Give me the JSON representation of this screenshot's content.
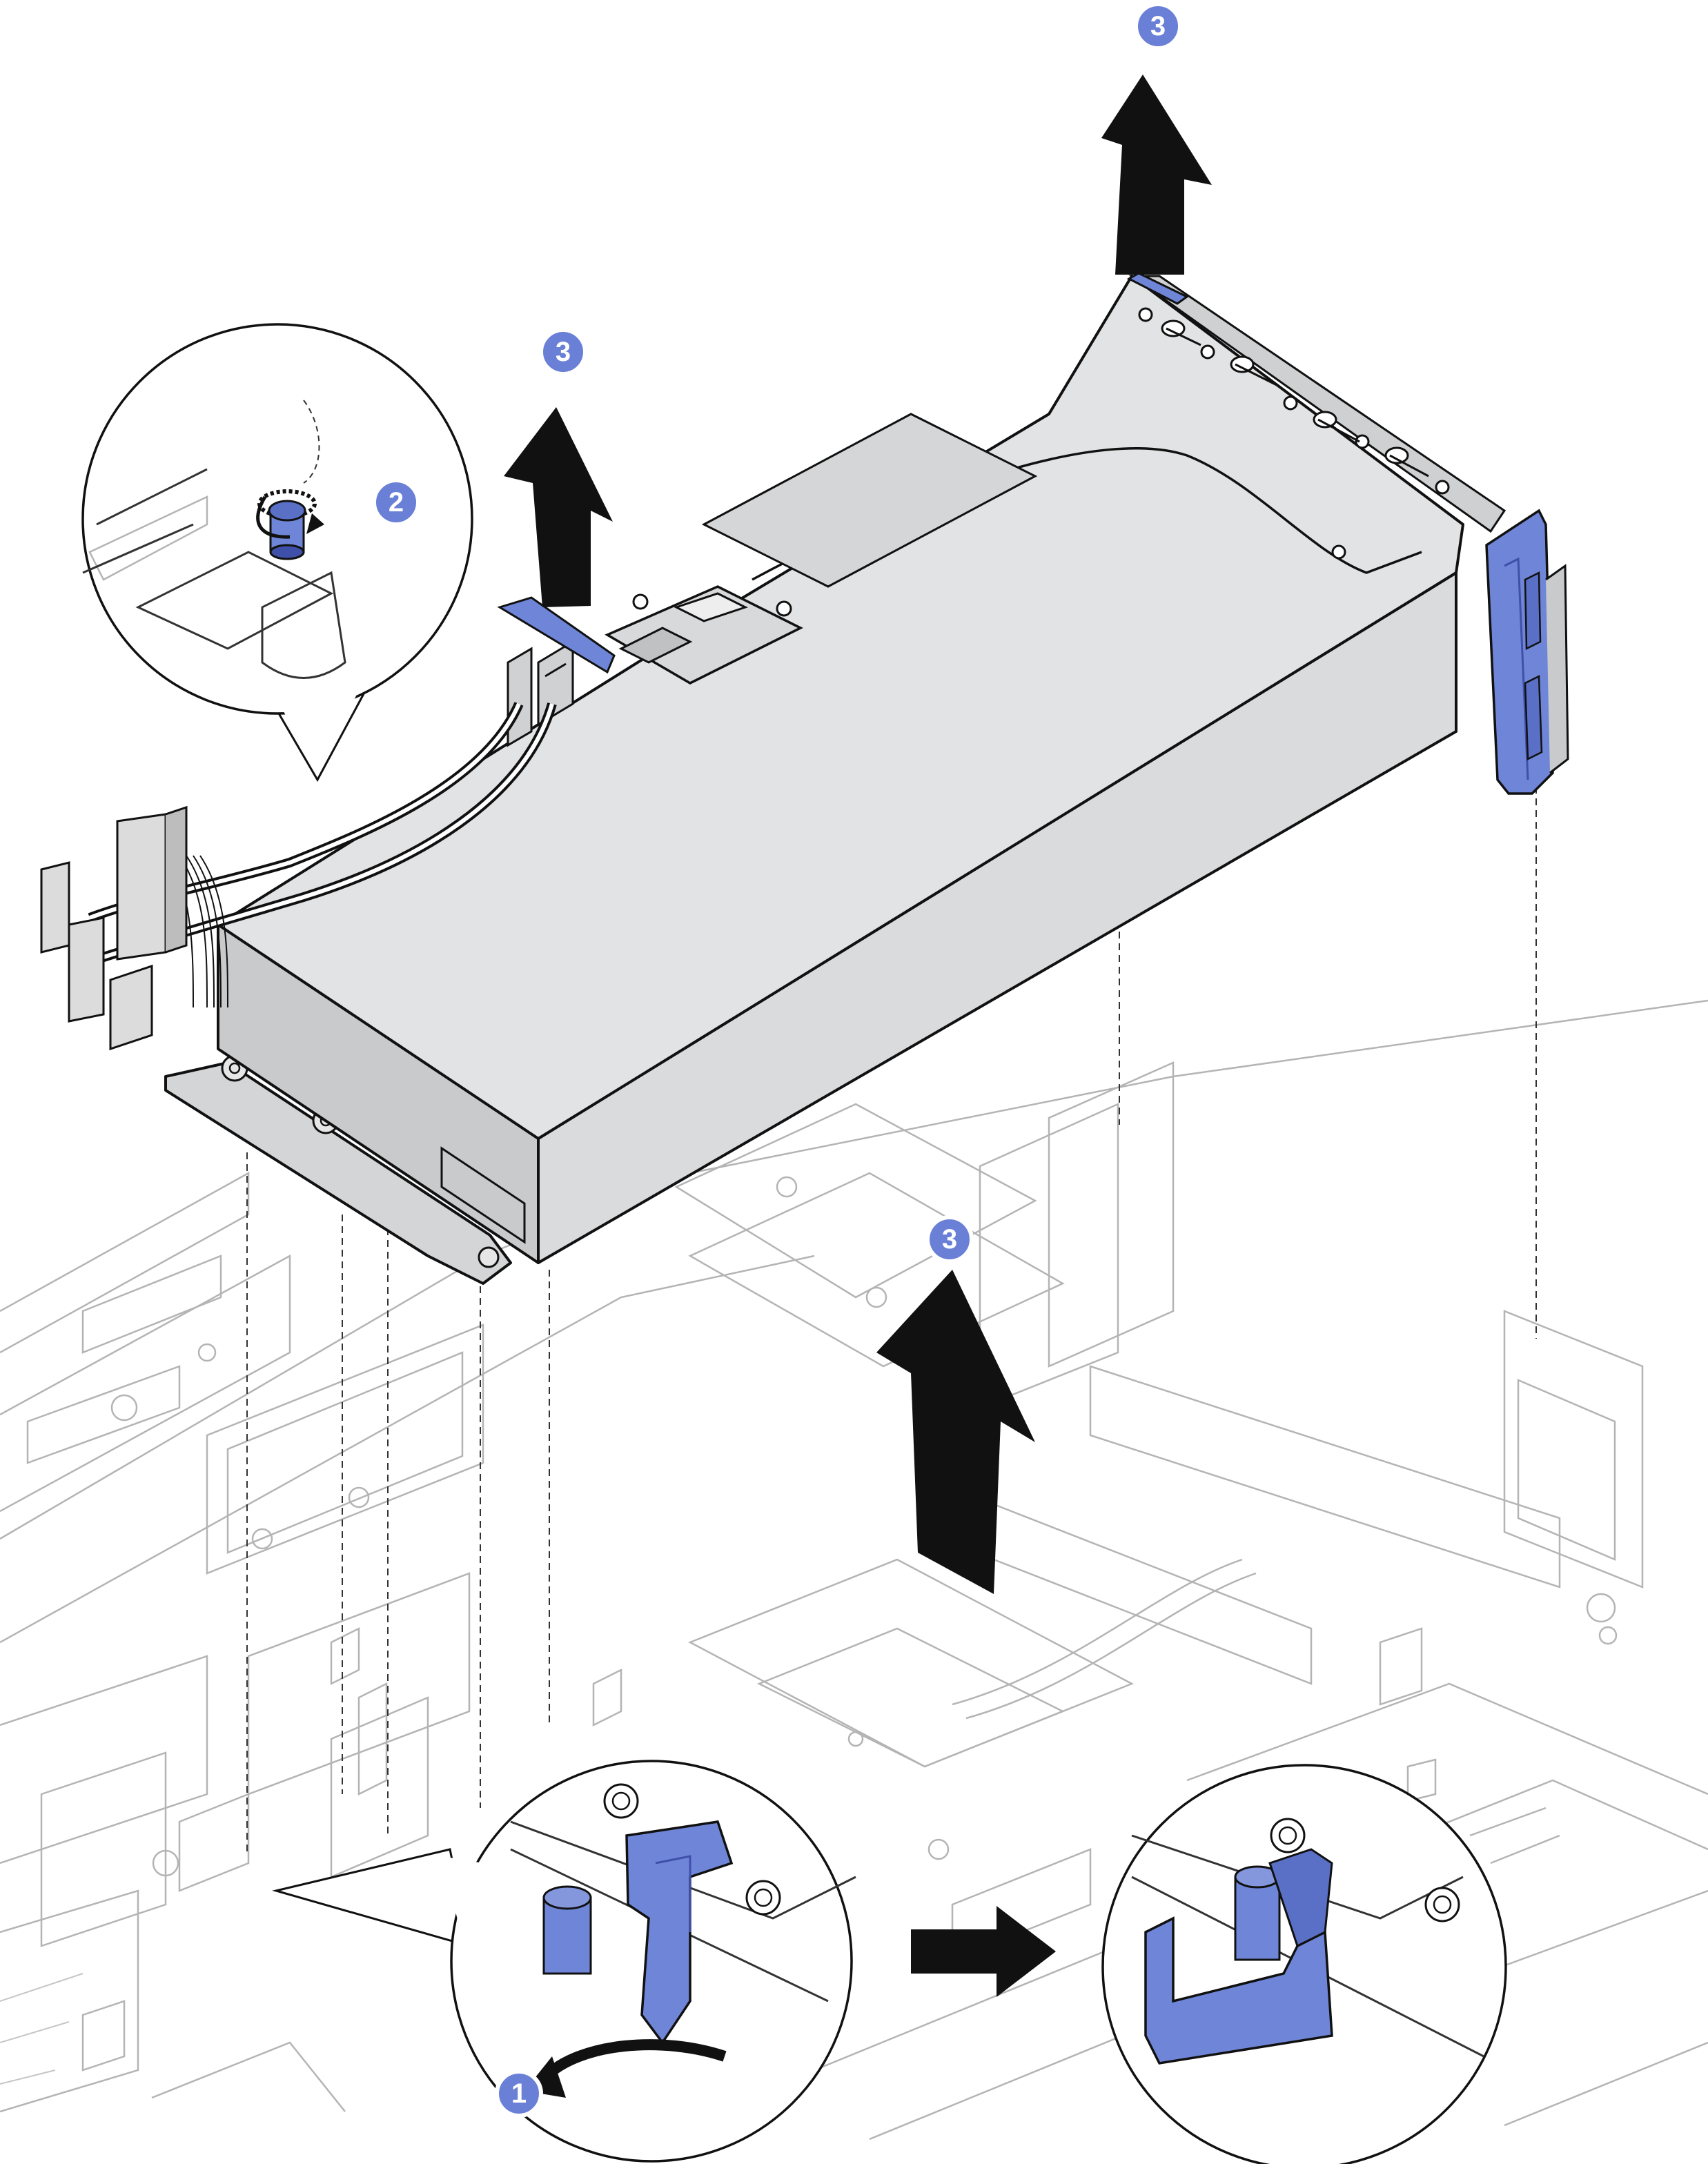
{
  "steps": [
    {
      "id": "step-1",
      "label": "1"
    },
    {
      "id": "step-2",
      "label": "2"
    },
    {
      "id": "step-3a",
      "label": "3"
    },
    {
      "id": "step-3b",
      "label": "3"
    },
    {
      "id": "step-3c",
      "label": "3"
    }
  ],
  "colors": {
    "accent": "#6a7fd6",
    "blue_part": "#6f86d8",
    "blue_part_dark": "#3f50a8",
    "card_gray": "#d9dadb",
    "arrow": "#111111"
  },
  "icons": [
    "lift-arrow-icon",
    "rotate-arrow-icon",
    "direction-arrow-icon",
    "thumbscrew-icon"
  ]
}
